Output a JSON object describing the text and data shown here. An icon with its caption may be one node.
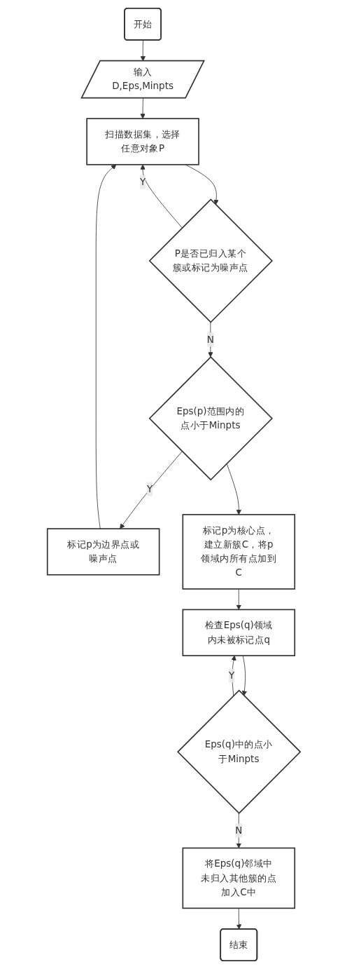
{
  "diagram": {
    "nodes": [
      {
        "text": [
          "开始"
        ]
      },
      {
        "text": [
          "输入D,Eps,Minpts"
        ]
      },
      {
        "text": [
          "扫描数据集，选择任意对象P"
        ]
      },
      {
        "text": [
          "P是否已归入某个簇或标记为噪声点"
        ]
      },
      {
        "text": [
          "Eps(p)范围内的点小于Minpts"
        ]
      },
      {
        "text": [
          "标记p为边界点或噪声点"
        ]
      },
      {
        "text": [
          "标记p为核心点，建立新簇C，将p领域内所有点加到C"
        ]
      },
      {
        "text": [
          "检查Eps(q)领域内未被标记点q"
        ]
      },
      {
        "text": [
          "Eps(q)中的点小于Minpts"
        ]
      },
      {
        "text": [
          "将Eps(q)邻域中未归入其他簇的点加入C中"
        ]
      },
      {
        "text": [
          "结束"
        ]
      }
    ],
    "edges": [
      {
        "from": 0,
        "to": 1,
        "arrow": "to"
      },
      {
        "from": 1,
        "to": 2,
        "arrow": "to"
      },
      {
        "from": 2,
        "to": 3,
        "arrow": "to"
      },
      {
        "from": 3,
        "to": 2,
        "arrow": "to",
        "label": "Y"
      },
      {
        "from": 3,
        "to": 4,
        "arrow": "to",
        "label": "N"
      },
      {
        "from": 4,
        "to": 5,
        "arrow": "to",
        "label": "Y"
      },
      {
        "from": 5,
        "to": 2,
        "arrow": "to"
      },
      {
        "from": 4,
        "to": 6,
        "arrow": "to"
      },
      {
        "from": 6,
        "to": 7,
        "arrow": "to"
      },
      {
        "from": 7,
        "to": 8,
        "arrow": "to"
      },
      {
        "from": 8,
        "to": 7,
        "arrow": "to",
        "label": "Y"
      },
      {
        "from": 8,
        "to": 9,
        "arrow": "to",
        "label": "N"
      },
      {
        "from": 9,
        "to": 10,
        "arrow": "to"
      }
    ]
  }
}
